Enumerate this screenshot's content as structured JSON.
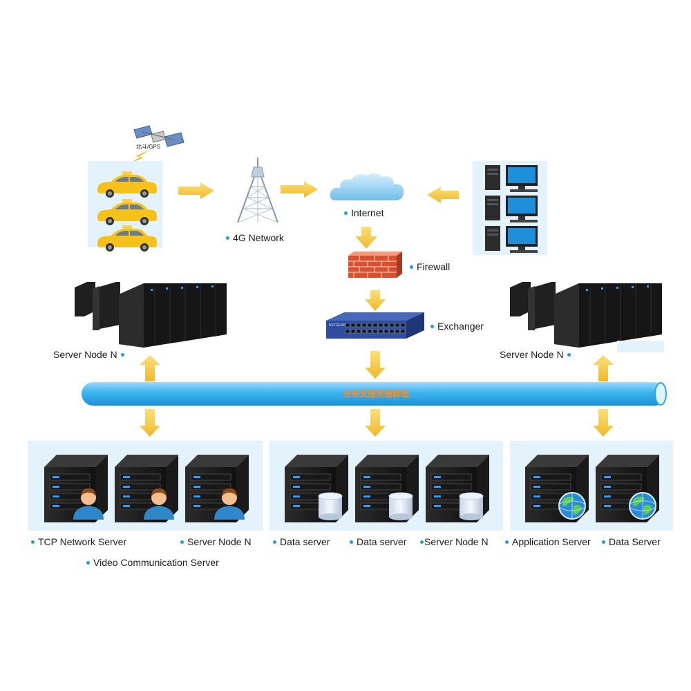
{
  "satellite": {
    "label": "北斗/GPS",
    "icon": "satellite-icon"
  },
  "nodes": {
    "network_4g": "4G Network",
    "internet": "Internet",
    "firewall": "Firewall",
    "exchanger": "Exchanger",
    "server_node_left": "Server Node N",
    "server_node_right": "Server Node N"
  },
  "bus": {
    "label": "分布式服务器群组"
  },
  "groups": {
    "left": {
      "labels": [
        "TCP Network Server",
        "Server Node N",
        "Video Communication Server"
      ],
      "icon": "server-user-icon"
    },
    "middle": {
      "labels": [
        "Data server",
        "Data server",
        "Server Node N"
      ],
      "icon": "server-database-icon"
    },
    "right": {
      "labels": [
        "Application Server",
        "Data Server"
      ],
      "icon": "server-globe-icon"
    }
  },
  "colors": {
    "arrow": "#f5c842",
    "panel": "#e4f3fb",
    "bus": "#2aa6ea",
    "bullet": "#1f9be0",
    "taxi": "#f5c21b"
  }
}
